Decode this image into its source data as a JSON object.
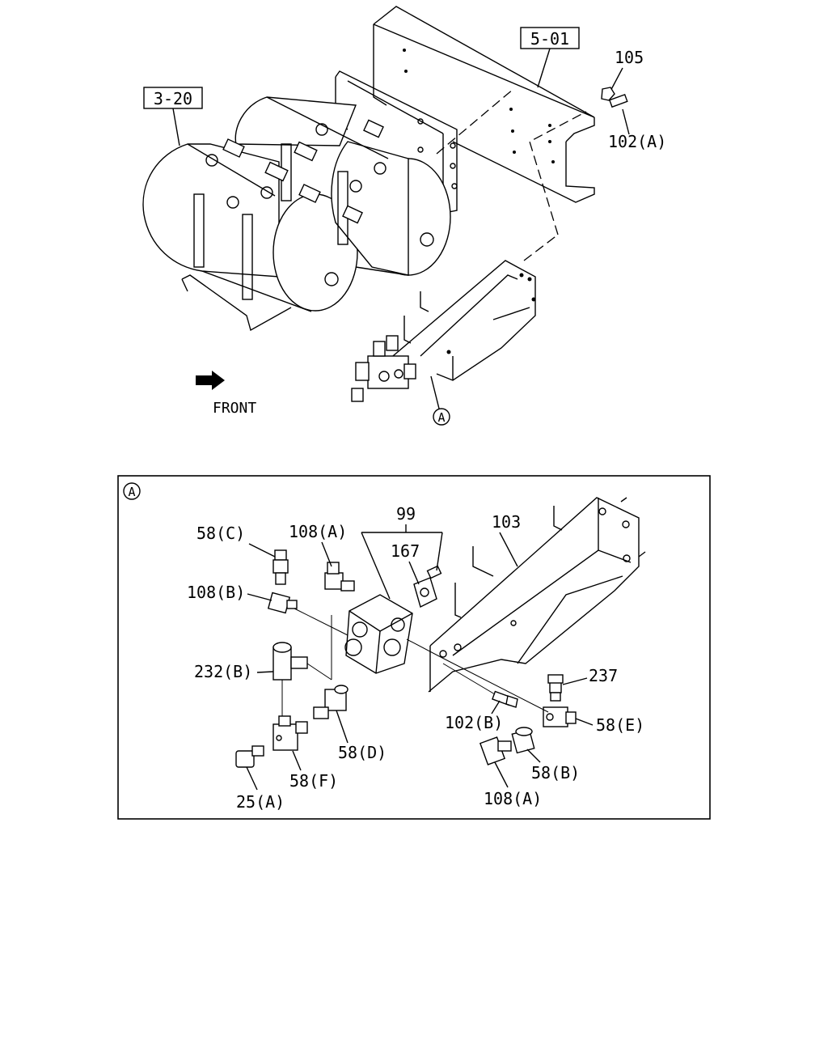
{
  "refs": {
    "section_5_01": "5-01",
    "section_3_20": "3-20"
  },
  "overview": {
    "label_105": "105",
    "label_102a": "102(A)",
    "detail_marker": "A",
    "front_label": "FRONT"
  },
  "detail": {
    "marker": "A",
    "labels": {
      "p99": "99",
      "p103": "103",
      "p58c": "58(C)",
      "p108a_top": "108(A)",
      "p167": "167",
      "p108b": "108(B)",
      "p232b": "232(B)",
      "p237": "237",
      "p102b": "102(B)",
      "p58e": "58(E)",
      "p58d": "58(D)",
      "p58b": "58(B)",
      "p58f": "58(F)",
      "p25a": "25(A)",
      "p108a_bottom": "108(A)"
    }
  }
}
